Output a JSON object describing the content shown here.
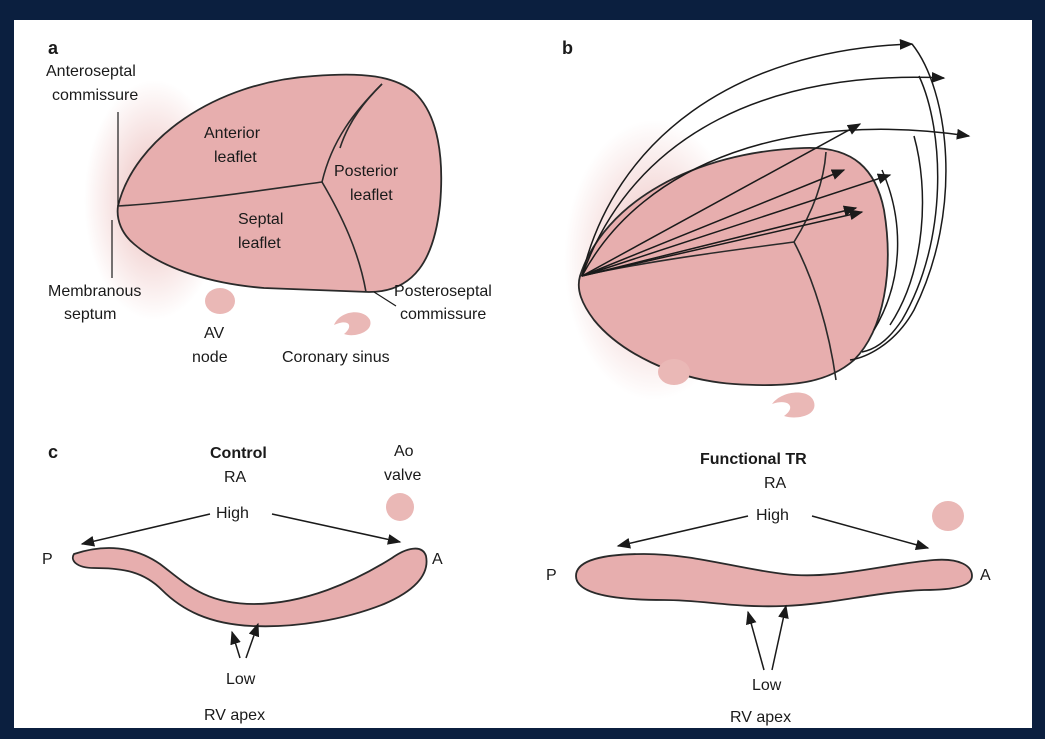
{
  "panels": {
    "a": {
      "letter": "a",
      "labels": {
        "anteroseptal_line1": "Anteroseptal",
        "anteroseptal_line2": "commissure",
        "anterior_line1": "Anterior",
        "anterior_line2": "leaflet",
        "posterior_line1": "Posterior",
        "posterior_line2": "leaflet",
        "septal_line1": "Septal",
        "septal_line2": "leaflet",
        "membranous_line1": "Membranous",
        "membranous_line2": "septum",
        "posteroseptal_line1": "Posteroseptal",
        "posteroseptal_line2": "commissure",
        "av_line1": "AV",
        "av_line2": "node",
        "coronary_sinus": "Coronary sinus"
      }
    },
    "b": {
      "letter": "b"
    },
    "c": {
      "letter": "c",
      "control": {
        "title": "Control",
        "ra": "RA",
        "high": "High",
        "low": "Low",
        "rv_apex": "RV apex",
        "p": "P",
        "a": "A",
        "ao_line1": "Ao",
        "ao_line2": "valve"
      },
      "functional": {
        "title": "Functional TR",
        "ra": "RA",
        "high": "High",
        "low": "Low",
        "rv_apex": "RV apex",
        "p": "P",
        "a": "A"
      }
    }
  },
  "colors": {
    "tissue": "#e7aeae",
    "background_border": "#0b1f3f",
    "ink": "#1a1a1a"
  }
}
